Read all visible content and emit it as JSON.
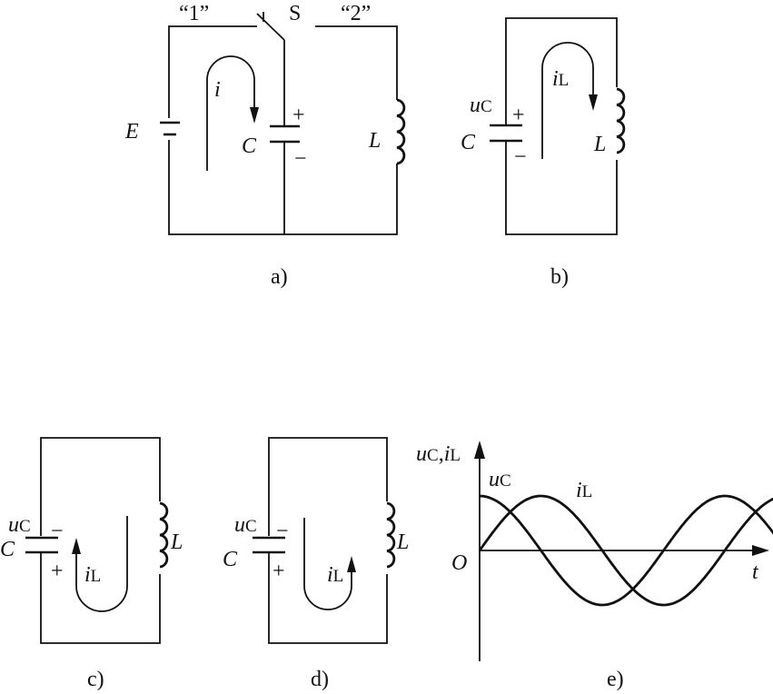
{
  "panels": {
    "a": {
      "caption": "a)",
      "switch_label": "S",
      "pos1_label": "“1”",
      "pos2_label": "“2”",
      "source_label": "E",
      "current_label": "i",
      "cap_label": "C",
      "cap_plus": "+",
      "cap_minus": "−",
      "ind_label": "L"
    },
    "b": {
      "caption": "b)",
      "voltage_main": "u",
      "voltage_sub": "C",
      "cap_label": "C",
      "cap_plus": "+",
      "cap_minus": "−",
      "current_main": "i",
      "current_sub": "L",
      "ind_label": "L"
    },
    "c": {
      "caption": "c)",
      "voltage_main": "u",
      "voltage_sub": "C",
      "cap_label": "C",
      "cap_top_sign": "−",
      "cap_bottom_sign": "+",
      "current_main": "i",
      "current_sub": "L",
      "ind_label": "L"
    },
    "d": {
      "caption": "d)",
      "voltage_main": "u",
      "voltage_sub": "C",
      "cap_label": "C",
      "cap_top_sign": "−",
      "cap_bottom_sign": "+",
      "current_main": "i",
      "current_sub": "L",
      "ind_label": "L"
    },
    "e": {
      "caption": "e)",
      "y_axis_main1": "u",
      "y_axis_sub1": "C",
      "y_axis_sep": ",",
      "y_axis_main2": "i",
      "y_axis_sub2": "L",
      "x_axis_label": "t",
      "origin_label": "O",
      "curve1_main": "u",
      "curve1_sub": "C",
      "curve2_main": "i",
      "curve2_sub": "L"
    }
  },
  "chart_data": {
    "type": "line",
    "x_range_periods": [
      0,
      1.72
    ],
    "series": [
      {
        "name": "uC",
        "shape": "cosine",
        "amplitude": 1.0,
        "phase_deg": 90
      },
      {
        "name": "iL",
        "shape": "sine",
        "amplitude": 1.0,
        "phase_deg": 0
      }
    ]
  }
}
